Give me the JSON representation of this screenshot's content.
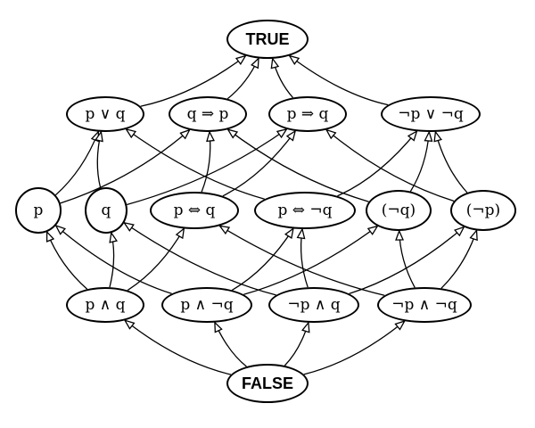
{
  "diagram": {
    "nodes": [
      {
        "id": "true",
        "label": "TRUE"
      },
      {
        "id": "or",
        "label": "p ∨ q"
      },
      {
        "id": "q_imp_p",
        "label": "q ⇒ p"
      },
      {
        "id": "p_imp_q",
        "label": "p ⇒ q"
      },
      {
        "id": "nand",
        "label": "¬p ∨ ¬q"
      },
      {
        "id": "p",
        "label": "p"
      },
      {
        "id": "q",
        "label": "q"
      },
      {
        "id": "iff",
        "label": "p ⇔ q"
      },
      {
        "id": "xor",
        "label": "p ⇔ ¬q"
      },
      {
        "id": "nq",
        "label": "(¬q)"
      },
      {
        "id": "np",
        "label": "(¬p)"
      },
      {
        "id": "and",
        "label": "p ∧ q"
      },
      {
        "id": "p_and_nq",
        "label": "p ∧ ¬q"
      },
      {
        "id": "np_and_q",
        "label": "¬p ∧ q"
      },
      {
        "id": "nor",
        "label": "¬p ∧ ¬q"
      },
      {
        "id": "false",
        "label": "FALSE"
      }
    ],
    "edges": [
      [
        "or",
        "true"
      ],
      [
        "q_imp_p",
        "true"
      ],
      [
        "p_imp_q",
        "true"
      ],
      [
        "nand",
        "true"
      ],
      [
        "p",
        "or"
      ],
      [
        "p",
        "q_imp_p"
      ],
      [
        "q",
        "or"
      ],
      [
        "q",
        "p_imp_q"
      ],
      [
        "iff",
        "q_imp_p"
      ],
      [
        "iff",
        "p_imp_q"
      ],
      [
        "xor",
        "or"
      ],
      [
        "xor",
        "nand"
      ],
      [
        "nq",
        "q_imp_p"
      ],
      [
        "nq",
        "nand"
      ],
      [
        "np",
        "p_imp_q"
      ],
      [
        "np",
        "nand"
      ],
      [
        "and",
        "p"
      ],
      [
        "and",
        "q"
      ],
      [
        "and",
        "iff"
      ],
      [
        "p_and_nq",
        "p"
      ],
      [
        "p_and_nq",
        "xor"
      ],
      [
        "p_and_nq",
        "nq"
      ],
      [
        "np_and_q",
        "q"
      ],
      [
        "np_and_q",
        "xor"
      ],
      [
        "np_and_q",
        "np"
      ],
      [
        "nor",
        "iff"
      ],
      [
        "nor",
        "nq"
      ],
      [
        "nor",
        "np"
      ],
      [
        "false",
        "and"
      ],
      [
        "false",
        "p_and_nq"
      ],
      [
        "false",
        "np_and_q"
      ],
      [
        "false",
        "nor"
      ]
    ]
  }
}
